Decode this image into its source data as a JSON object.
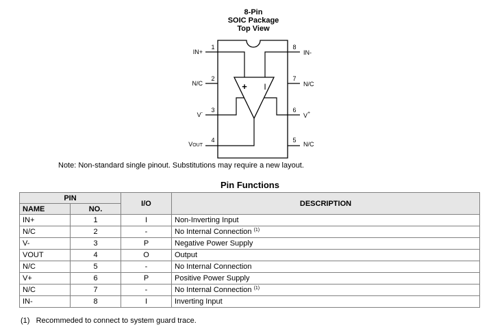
{
  "package": {
    "title_line1": "8-Pin",
    "title_line2": "SOIC Package",
    "title_line3": "Top View",
    "op_plus": "+",
    "op_minus": "I",
    "pins_left": [
      {
        "num": "1",
        "label": "IN+"
      },
      {
        "num": "2",
        "label": "N/C"
      },
      {
        "num": "3",
        "label": "V",
        "sup": "-"
      },
      {
        "num": "4",
        "label": "V",
        "sub": "OUT"
      }
    ],
    "pins_right": [
      {
        "num": "8",
        "label": "IN-"
      },
      {
        "num": "7",
        "label": "N/C"
      },
      {
        "num": "6",
        "label": "V",
        "sup": "+"
      },
      {
        "num": "5",
        "label": "N/C"
      }
    ]
  },
  "note": "Note: Non-standard single pinout. Substitutions may require a new layout.",
  "table": {
    "title": "Pin Functions",
    "header_pin": "PIN",
    "header_name": "NAME",
    "header_no": "NO.",
    "header_io": "I/O",
    "header_desc": "DESCRIPTION",
    "rows": [
      {
        "name": "IN+",
        "no": "1",
        "io": "I",
        "desc": "Non-Inverting Input",
        "note": ""
      },
      {
        "name": "N/C",
        "no": "2",
        "io": "-",
        "desc": "No Internal Connection",
        "note": "(1)"
      },
      {
        "name": "V-",
        "no": "3",
        "io": "P",
        "desc": "Negative Power Supply",
        "note": ""
      },
      {
        "name": "VOUT",
        "no": "4",
        "io": "O",
        "desc": "Output",
        "note": ""
      },
      {
        "name": "N/C",
        "no": "5",
        "io": "-",
        "desc": "No Internal Connection",
        "note": ""
      },
      {
        "name": "V+",
        "no": "6",
        "io": "P",
        "desc": "Positive Power Supply",
        "note": ""
      },
      {
        "name": "N/C",
        "no": "7",
        "io": "-",
        "desc": "No Internal Connection",
        "note": "(1)"
      },
      {
        "name": "IN-",
        "no": "8",
        "io": "I",
        "desc": "Inverting Input",
        "note": ""
      }
    ]
  },
  "footnote": "(1)   Recommeded to connect to system guard trace."
}
